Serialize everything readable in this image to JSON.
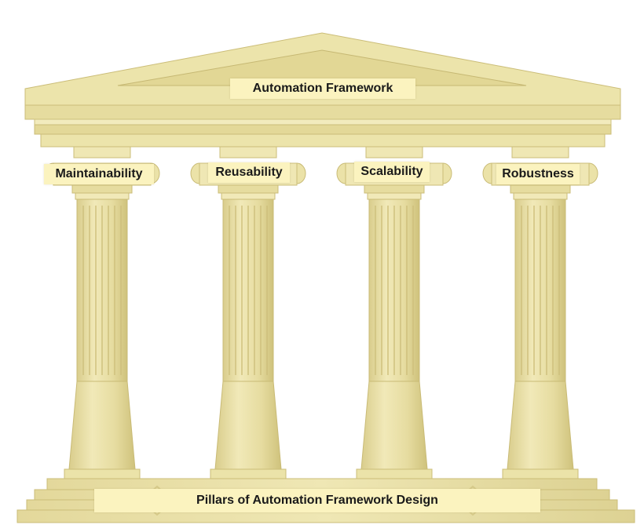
{
  "roof": {
    "label": "Automation Framework"
  },
  "pillars": [
    {
      "label": "Maintainability"
    },
    {
      "label": "Reusability"
    },
    {
      "label": "Scalability"
    },
    {
      "label": "Robustness"
    }
  ],
  "base": {
    "label": "Pillars of Automation Framework Design"
  },
  "colors": {
    "stone": "#eae2a8",
    "stone_light": "#f3ecbe",
    "stone_shadow": "#d3c785",
    "stone_edge": "#c2b46f",
    "label_bg": "#fbf3bf"
  }
}
